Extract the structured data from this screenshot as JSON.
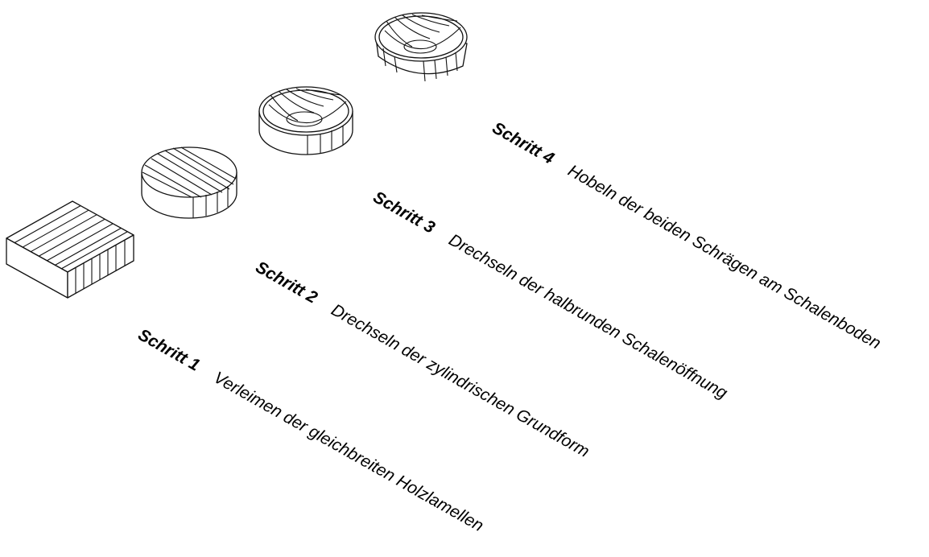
{
  "steps": [
    {
      "step_label": "Schritt 1",
      "description": "Verleimen der gleichbreiten Holzlamellen"
    },
    {
      "step_label": "Schritt 2",
      "description": "Drechseln der zylindrischen Grundform"
    },
    {
      "step_label": "Schritt 3",
      "description": "Drechseln der halbrunden Schalenöffnung"
    },
    {
      "step_label": "Schritt 4",
      "description": "Hobeln der beiden Schrägen am Schalenboden"
    }
  ]
}
